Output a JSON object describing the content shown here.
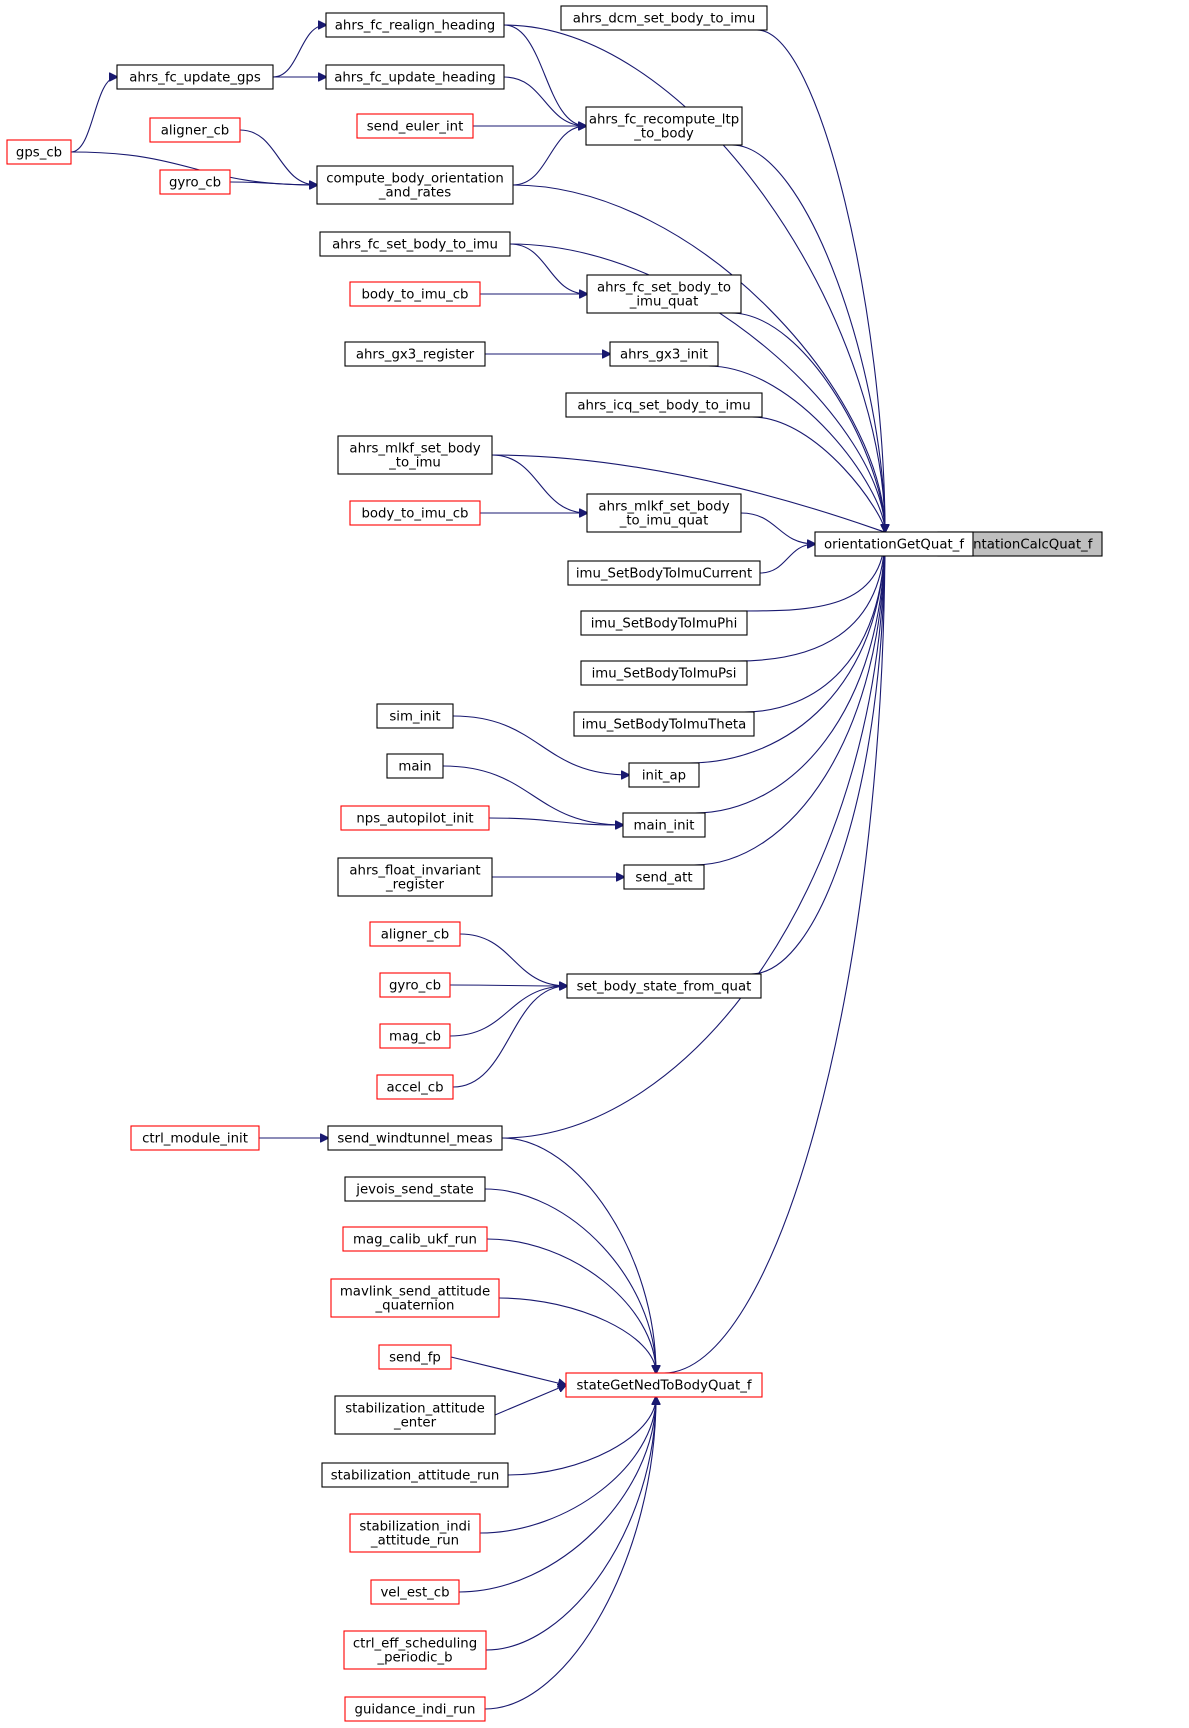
{
  "colors": {
    "edge": "#191970",
    "node_border": "#000000",
    "node_border_truncated": "#ff0000",
    "focus_fill": "#bfbfbf"
  },
  "nodes": [
    {
      "id": "orientationCalcQuat_f",
      "lines": [
        "orientationCalcQuat_f"
      ]
    },
    {
      "id": "orientationGetQuat_f",
      "lines": [
        "orientationGetQuat_f"
      ]
    },
    {
      "id": "ahrs_dcm_set_body_to_imu",
      "lines": [
        "ahrs_dcm_set_body_to_imu"
      ]
    },
    {
      "id": "ahrs_fc_realign_heading",
      "lines": [
        "ahrs_fc_realign_heading"
      ]
    },
    {
      "id": "ahrs_fc_update_gps",
      "lines": [
        "ahrs_fc_update_gps"
      ]
    },
    {
      "id": "ahrs_fc_update_heading",
      "lines": [
        "ahrs_fc_update_heading"
      ]
    },
    {
      "id": "gps_cb",
      "lines": [
        "gps_cb"
      ]
    },
    {
      "id": "ahrs_fc_recompute_ltp_to_body",
      "lines": [
        "ahrs_fc_recompute_ltp",
        "_to_body"
      ]
    },
    {
      "id": "send_euler_int",
      "lines": [
        "send_euler_int"
      ]
    },
    {
      "id": "aligner_cb_1",
      "lines": [
        "aligner_cb"
      ]
    },
    {
      "id": "gyro_cb_1",
      "lines": [
        "gyro_cb"
      ]
    },
    {
      "id": "compute_body_orientation_and_rates",
      "lines": [
        "compute_body_orientation",
        "_and_rates"
      ]
    },
    {
      "id": "ahrs_fc_set_body_to_imu",
      "lines": [
        "ahrs_fc_set_body_to_imu"
      ]
    },
    {
      "id": "ahrs_fc_set_body_to_imu_quat",
      "lines": [
        "ahrs_fc_set_body_to",
        "_imu_quat"
      ]
    },
    {
      "id": "body_to_imu_cb_1",
      "lines": [
        "body_to_imu_cb"
      ]
    },
    {
      "id": "ahrs_gx3_register",
      "lines": [
        "ahrs_gx3_register"
      ]
    },
    {
      "id": "ahrs_gx3_init",
      "lines": [
        "ahrs_gx3_init"
      ]
    },
    {
      "id": "ahrs_icq_set_body_to_imu",
      "lines": [
        "ahrs_icq_set_body_to_imu"
      ]
    },
    {
      "id": "ahrs_mlkf_set_body_to_imu",
      "lines": [
        "ahrs_mlkf_set_body",
        "_to_imu"
      ]
    },
    {
      "id": "ahrs_mlkf_set_body_to_imu_quat",
      "lines": [
        "ahrs_mlkf_set_body",
        "_to_imu_quat"
      ]
    },
    {
      "id": "body_to_imu_cb_2",
      "lines": [
        "body_to_imu_cb"
      ]
    },
    {
      "id": "imu_SetBodyToImuCurrent",
      "lines": [
        "imu_SetBodyToImuCurrent"
      ]
    },
    {
      "id": "imu_SetBodyToImuPhi",
      "lines": [
        "imu_SetBodyToImuPhi"
      ]
    },
    {
      "id": "imu_SetBodyToImuPsi",
      "lines": [
        "imu_SetBodyToImuPsi"
      ]
    },
    {
      "id": "imu_SetBodyToImuTheta",
      "lines": [
        "imu_SetBodyToImuTheta"
      ]
    },
    {
      "id": "sim_init",
      "lines": [
        "sim_init"
      ]
    },
    {
      "id": "init_ap",
      "lines": [
        "init_ap"
      ]
    },
    {
      "id": "main",
      "lines": [
        "main"
      ]
    },
    {
      "id": "main_init",
      "lines": [
        "main_init"
      ]
    },
    {
      "id": "nps_autopilot_init",
      "lines": [
        "nps_autopilot_init"
      ]
    },
    {
      "id": "ahrs_float_invariant_register",
      "lines": [
        "ahrs_float_invariant",
        "_register"
      ]
    },
    {
      "id": "send_att",
      "lines": [
        "send_att"
      ]
    },
    {
      "id": "aligner_cb_2",
      "lines": [
        "aligner_cb"
      ]
    },
    {
      "id": "gyro_cb_2",
      "lines": [
        "gyro_cb"
      ]
    },
    {
      "id": "mag_cb",
      "lines": [
        "mag_cb"
      ]
    },
    {
      "id": "accel_cb",
      "lines": [
        "accel_cb"
      ]
    },
    {
      "id": "set_body_state_from_quat",
      "lines": [
        "set_body_state_from_quat"
      ]
    },
    {
      "id": "ctrl_module_init",
      "lines": [
        "ctrl_module_init"
      ]
    },
    {
      "id": "send_windtunnel_meas",
      "lines": [
        "send_windtunnel_meas"
      ]
    },
    {
      "id": "jevois_send_state",
      "lines": [
        "jevois_send_state"
      ]
    },
    {
      "id": "mag_calib_ukf_run",
      "lines": [
        "mag_calib_ukf_run"
      ]
    },
    {
      "id": "mavlink_send_attitude_quaternion",
      "lines": [
        "mavlink_send_attitude",
        "_quaternion"
      ]
    },
    {
      "id": "send_fp",
      "lines": [
        "send_fp"
      ]
    },
    {
      "id": "stateGetNedToBodyQuat_f",
      "lines": [
        "stateGetNedToBodyQuat_f"
      ]
    },
    {
      "id": "stabilization_attitude_enter",
      "lines": [
        "stabilization_attitude",
        "_enter"
      ]
    },
    {
      "id": "stabilization_attitude_run",
      "lines": [
        "stabilization_attitude_run"
      ]
    },
    {
      "id": "stabilization_indi_attitude_run",
      "lines": [
        "stabilization_indi",
        "_attitude_run"
      ]
    },
    {
      "id": "vel_est_cb",
      "lines": [
        "vel_est_cb"
      ]
    },
    {
      "id": "ctrl_eff_scheduling_periodic_b",
      "lines": [
        "ctrl_eff_scheduling",
        "_periodic_b"
      ]
    },
    {
      "id": "guidance_indi_run",
      "lines": [
        "guidance_indi_run"
      ]
    }
  ]
}
